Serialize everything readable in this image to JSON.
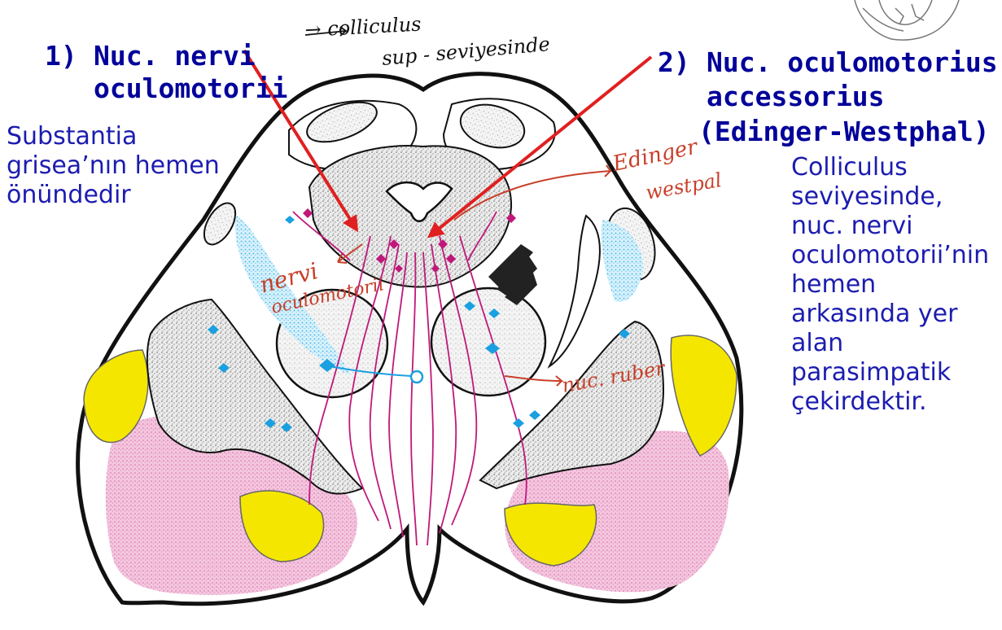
{
  "labels": {
    "l1_num": "1)",
    "l1_line1": "Nuc. nervi",
    "l1_line2": "oculomotorii",
    "l2_num": "2)",
    "l2_line1": "Nuc. oculomotorius",
    "l2_line2": "accessorius",
    "l2_line3": "(Edinger-Westphal)"
  },
  "left_note": [
    "Substantia",
    "grisea’nın hemen",
    "önündedir"
  ],
  "right_note": [
    "Colliculus",
    "seviyesinde,",
    "nuc. nervi",
    "oculomotorii’nin",
    "hemen",
    "arkasında yer",
    "alan",
    "parasimpatik",
    "çekirdektir."
  ],
  "handwriting": {
    "top1": "→ colliculus",
    "top2": "sup - seviyesinde",
    "ew1": "Edinger",
    "ew2": "westpal",
    "nervi1": "nervi",
    "nervi2": "oculomotorii",
    "ruber": "nuc. ruber"
  },
  "colors": {
    "label_blue": "#00009a",
    "note_blue": "#1c1cb0",
    "arrow_red": "#e02020",
    "handwriting_red": "#c8402a",
    "fiber_magenta": "#c0187a",
    "nucleus_cyan": "#1aa0e0",
    "yellow": "#f5e600",
    "pink": "#e58fc0"
  }
}
